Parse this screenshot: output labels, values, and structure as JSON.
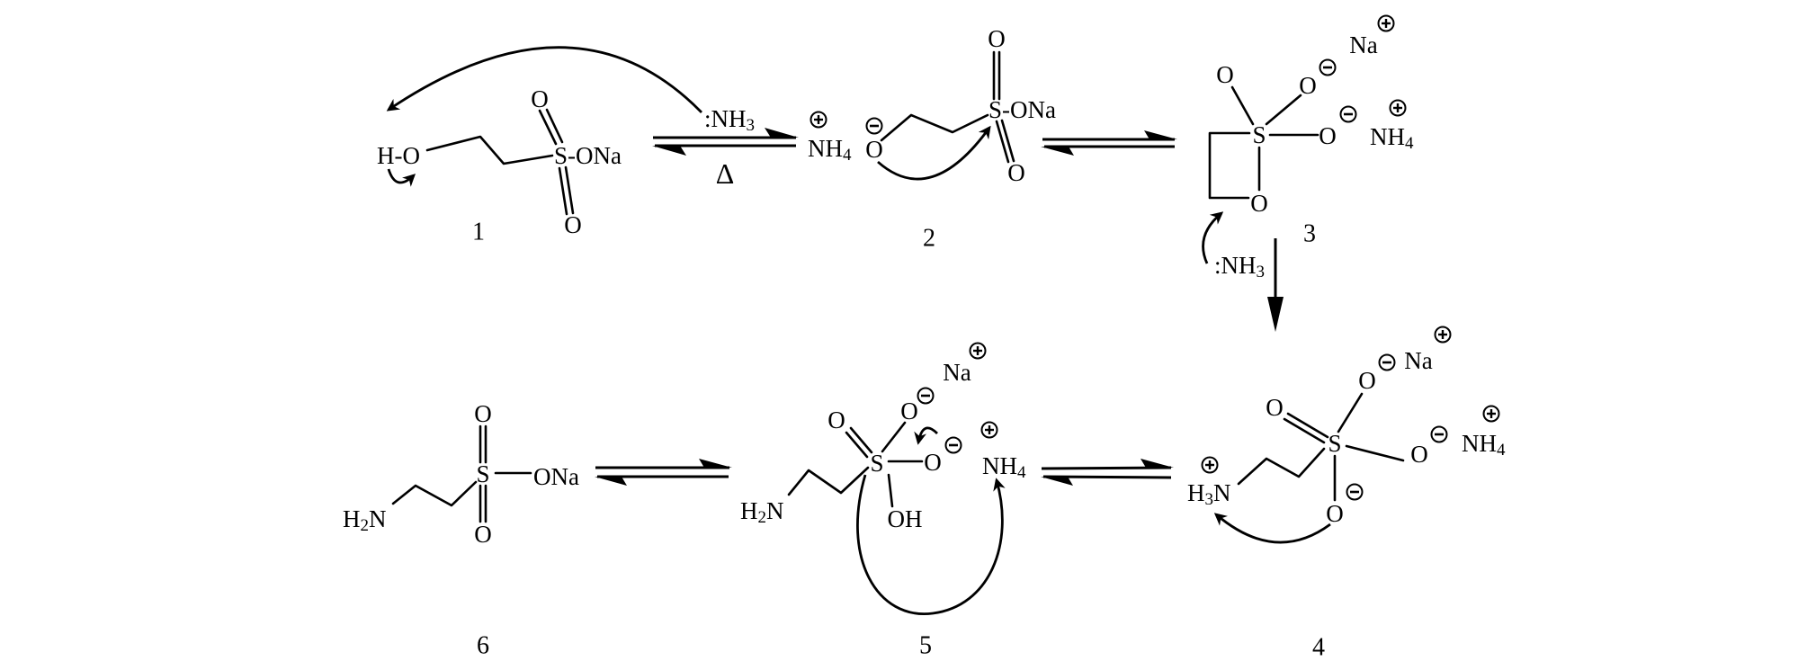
{
  "c1": {
    "ho": "H-O",
    "sona": "S-ONa",
    "o_top": "O",
    "o_bottom": "O",
    "label": "1"
  },
  "step1": {
    "reagent": ":NH",
    "reagent_sub": "3",
    "condition": "Δ"
  },
  "c2": {
    "nh": "NH",
    "nh_sub": "4",
    "o_minus": "O",
    "sona": "S-ONa",
    "o_top": "O",
    "o_bottom": "O",
    "label": "2"
  },
  "c3": {
    "s": "S",
    "o_tl": "O",
    "o_tr": "O",
    "na": "Na",
    "o_r": "O",
    "nh": "NH",
    "nh_sub": "4",
    "o_b": "O",
    "label": "3",
    "reagent": ":NH",
    "reagent_sub": "3"
  },
  "c4": {
    "h": "H",
    "h_sub": "3",
    "n": "N",
    "s": "S",
    "o_tl": "O",
    "o_t": "O",
    "na": "Na",
    "o_r": "O",
    "nh": "NH",
    "nh_sub": "4",
    "o_b": "O",
    "label": "4"
  },
  "c5": {
    "h": "H",
    "h_sub": "2",
    "n": "N",
    "s": "S",
    "o_tl": "O",
    "o_t": "O",
    "na": "Na",
    "o_r": "O",
    "oh": "OH",
    "nh": "NH",
    "nh_sub": "4",
    "label": "5"
  },
  "c6": {
    "h": "H",
    "h_sub": "2",
    "n": "N",
    "s": "S",
    "ona": "ONa",
    "o_t": "O",
    "o_b": "O",
    "label": "6"
  }
}
